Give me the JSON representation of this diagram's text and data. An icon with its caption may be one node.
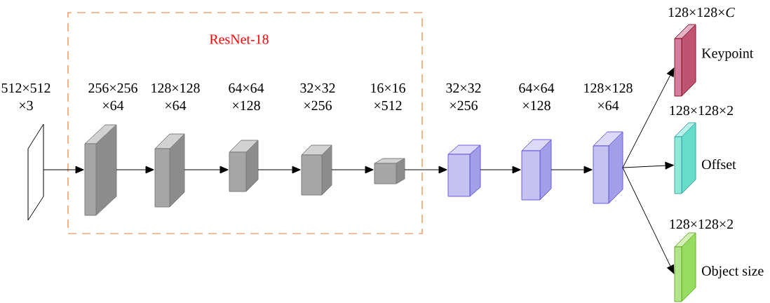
{
  "diagram": {
    "nodes": [
      {
        "text": [
          "ResNet-18"
        ]
      },
      {
        "text": [],
        "shape": "parallelogram",
        "beside": [
          "512×512 ×3"
        ]
      },
      {
        "text": [],
        "shape": "cuboid",
        "in": 0,
        "beside": [
          "256×256 ×64"
        ]
      },
      {
        "text": [],
        "shape": "cuboid",
        "in": 0,
        "beside": [
          "128×128 ×64"
        ]
      },
      {
        "text": [],
        "shape": "cuboid",
        "in": 0,
        "beside": [
          "64×64 ×128"
        ]
      },
      {
        "text": [],
        "shape": "cuboid",
        "in": 0,
        "beside": [
          "32×32 ×256"
        ]
      },
      {
        "text": [],
        "shape": "cuboid",
        "in": 0,
        "beside": [
          "16×16 ×512"
        ]
      },
      {
        "text": [],
        "shape": "cuboid",
        "beside": [
          "32×32 ×256"
        ]
      },
      {
        "text": [],
        "shape": "cuboid",
        "beside": [
          "64×64 ×128"
        ]
      },
      {
        "text": [],
        "shape": "cuboid",
        "beside": [
          "128×128 ×64"
        ]
      },
      {
        "text": [
          "Keypoint"
        ],
        "beside": [
          "128×128×*C*"
        ]
      },
      {
        "text": [
          "Offset"
        ],
        "beside": [
          "128×128×2"
        ]
      },
      {
        "text": [
          "Object size"
        ],
        "beside": [
          "128×128×2"
        ]
      }
    ],
    "edges": [
      {
        "from": 1,
        "to": 2,
        "arrow": "to"
      },
      {
        "from": 2,
        "to": 3,
        "arrow": "to"
      },
      {
        "from": 3,
        "to": 4,
        "arrow": "to"
      },
      {
        "from": 4,
        "to": 5,
        "arrow": "to"
      },
      {
        "from": 5,
        "to": 6,
        "arrow": "to"
      },
      {
        "from": 6,
        "to": 7,
        "arrow": "to"
      },
      {
        "from": 7,
        "to": 8,
        "arrow": "to"
      },
      {
        "from": 8,
        "to": 9,
        "arrow": "to"
      },
      {
        "from": 9,
        "to": 10,
        "arrow": "to"
      },
      {
        "from": 9,
        "to": 11,
        "arrow": "to"
      },
      {
        "from": 9,
        "to": 12,
        "arrow": "to"
      }
    ]
  }
}
